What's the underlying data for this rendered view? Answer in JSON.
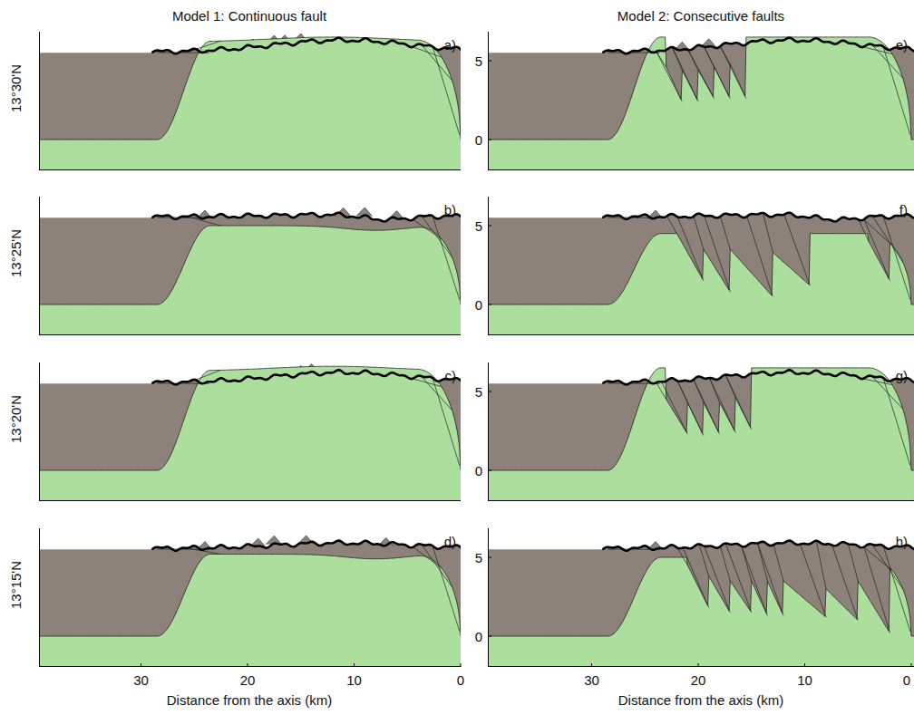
{
  "diagram": {
    "labels": [
      "Model 1: Continuous fault",
      "Model 2: Consecutive faults",
      "13°30'N",
      "13°25'N",
      "13°20'N",
      "13°15'N",
      "a)",
      "b)",
      "c)",
      "d)",
      "e)",
      "f)",
      "g)",
      "h)",
      "5",
      "0",
      "5",
      "0",
      "5",
      "0",
      "5",
      "0",
      "30",
      "20",
      "10",
      "0",
      "30",
      "20",
      "10",
      "0",
      "Distance from the axis (km)",
      "Distance from the axis (km)"
    ]
  }
}
